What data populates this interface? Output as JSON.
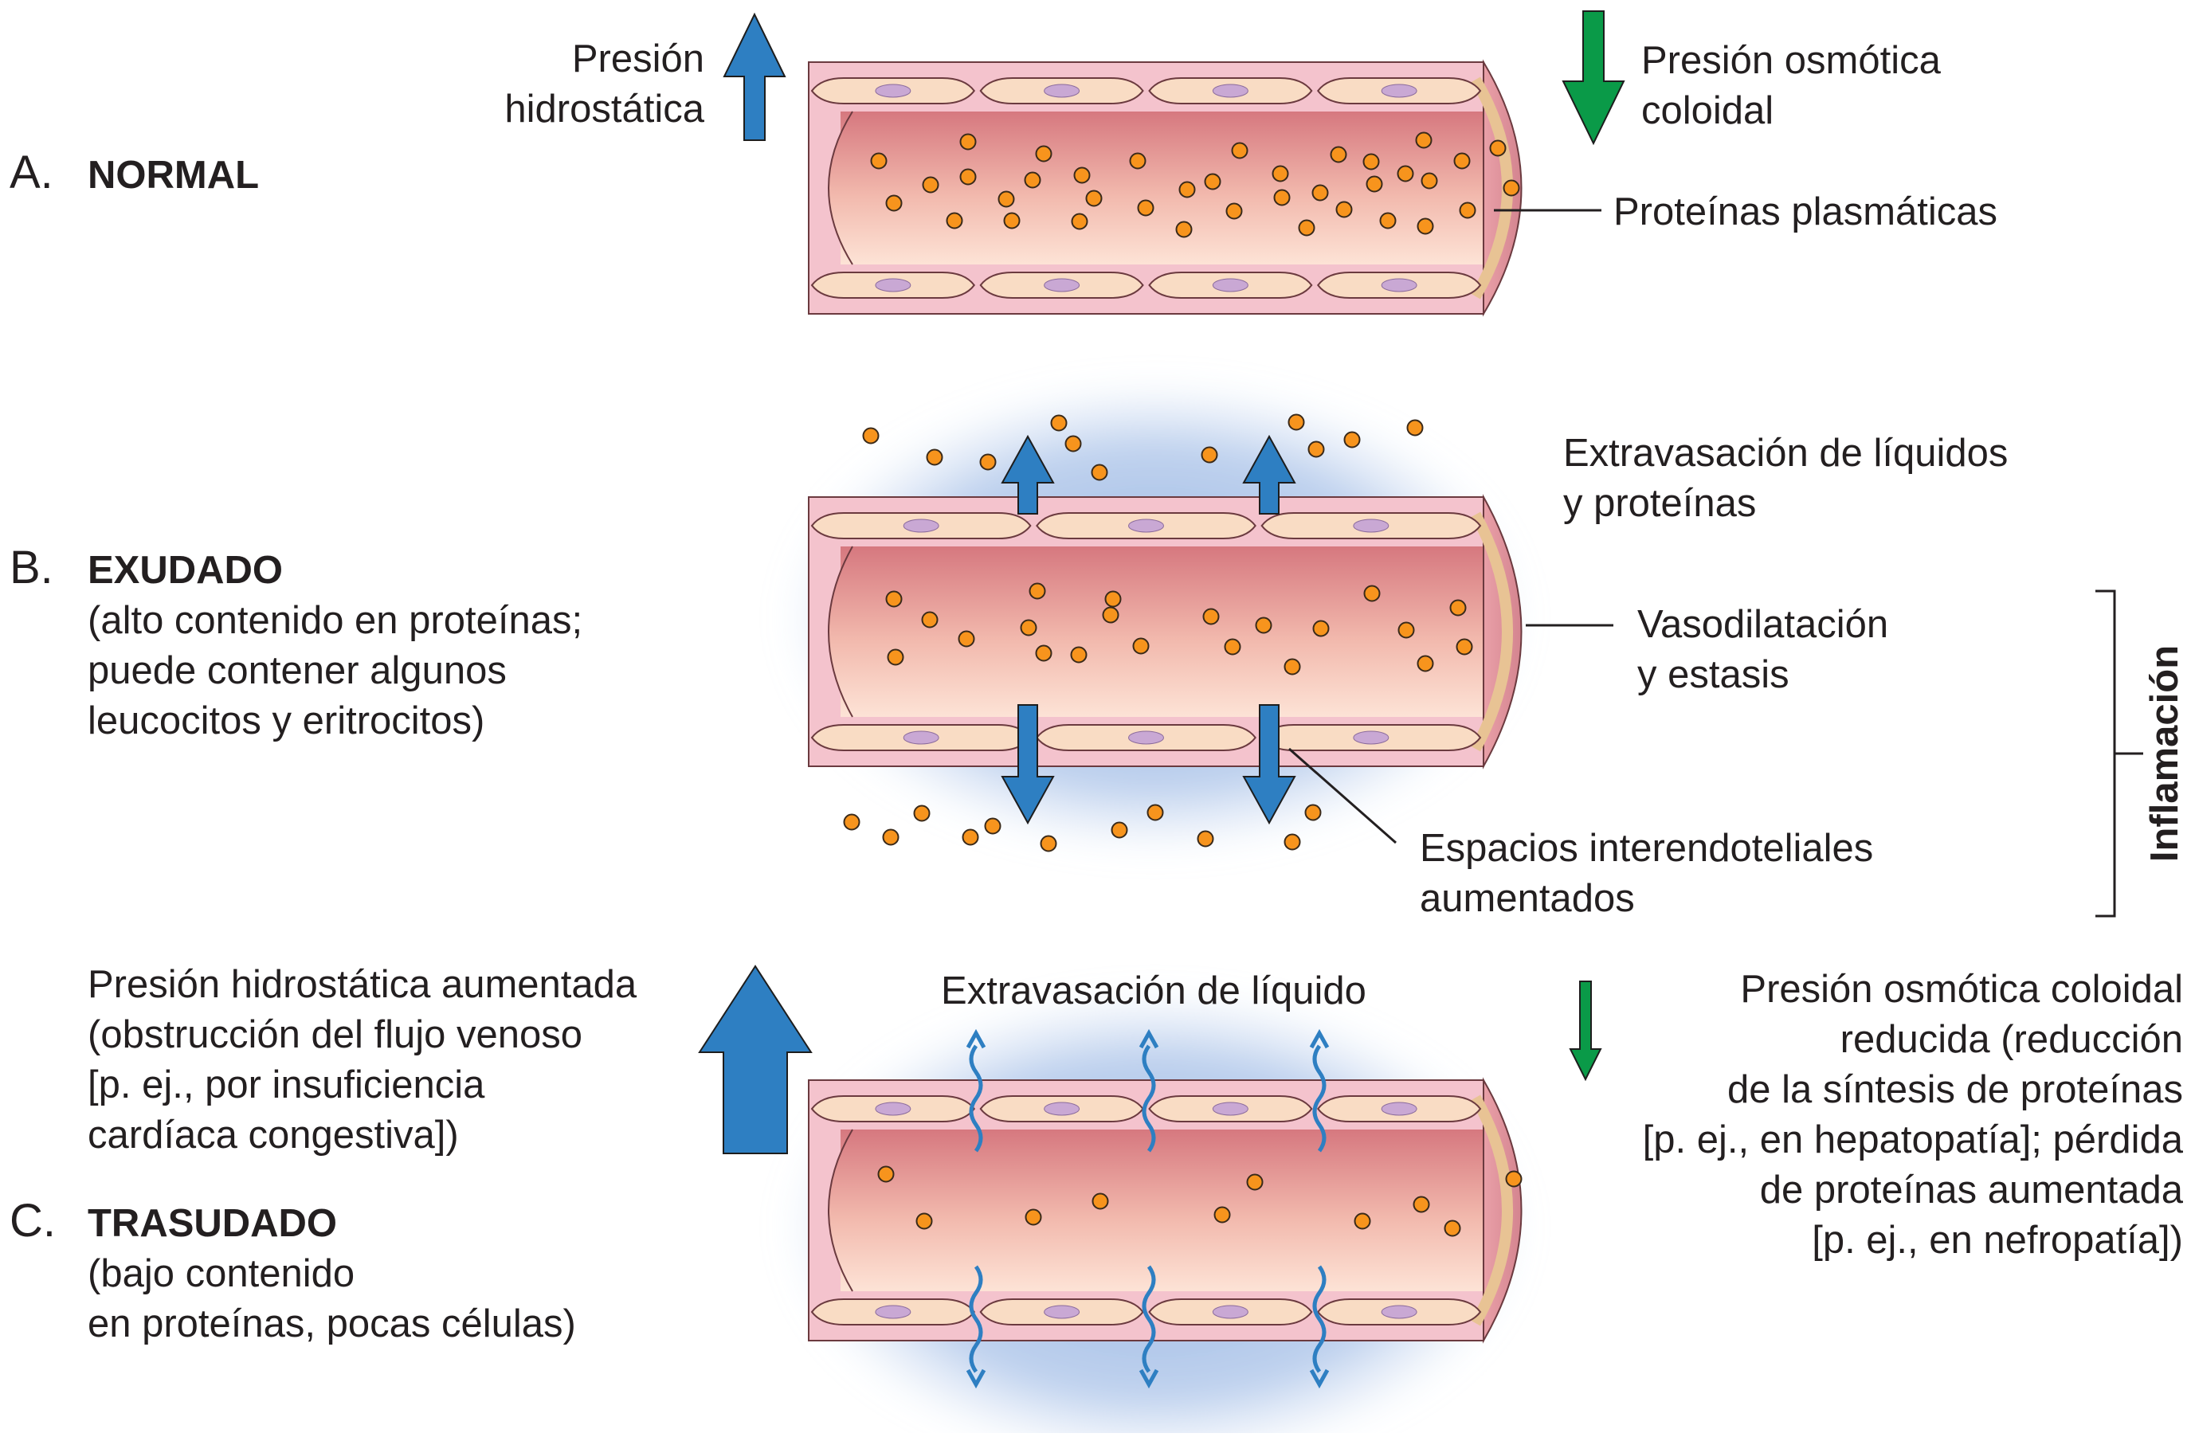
{
  "colors": {
    "protein": "#f7941d",
    "blue_arrow": "#2e7fc2",
    "green_arrow": "#0a9a48",
    "vessel_wall": "#f4c3cd",
    "lumen_dark": "#d6787f",
    "lumen_light": "#fce1d5",
    "endothelium": "#f9dcc4",
    "halo": "#a9c2e8"
  },
  "panelA": {
    "letter": "A.",
    "title": "NORMAL",
    "hydro_label": [
      "Presión",
      "hidrostática"
    ],
    "osmotic_label": [
      "Presión osmótica",
      "coloidal"
    ],
    "protein_label": "Proteínas plasmáticas"
  },
  "panelB": {
    "letter": "B.",
    "title": "EXUDADO",
    "desc": [
      "(alto contenido en proteínas;",
      "puede contener algunos",
      "leucocitos y eritrocitos)"
    ],
    "leak_label": [
      "Extravasación de líquidos",
      "y proteínas"
    ],
    "vaso_label": [
      "Vasodilatación",
      "y estasis"
    ],
    "gap_label": [
      "Espacios interendoteliales",
      "aumentados"
    ],
    "bracket_label": "Inflamación"
  },
  "panelC": {
    "letter": "C.",
    "title": "TRASUDADO",
    "desc": [
      "(bajo contenido",
      "en proteínas, pocas células)"
    ],
    "hydro_label": [
      "Presión hidrostática aumentada",
      "(obstrucción del flujo venoso",
      "[p. ej., por insuficiencia",
      "cardíaca congestiva])"
    ],
    "leak_label": "Extravasación de líquido",
    "osmotic_label": [
      "Presión osmótica coloidal",
      "reducida (reducción",
      "de la síntesis de proteínas",
      "[p. ej., en hepatopatía]; pérdida",
      "de proteínas aumentada",
      "[p. ej., en nefropatía])"
    ]
  }
}
